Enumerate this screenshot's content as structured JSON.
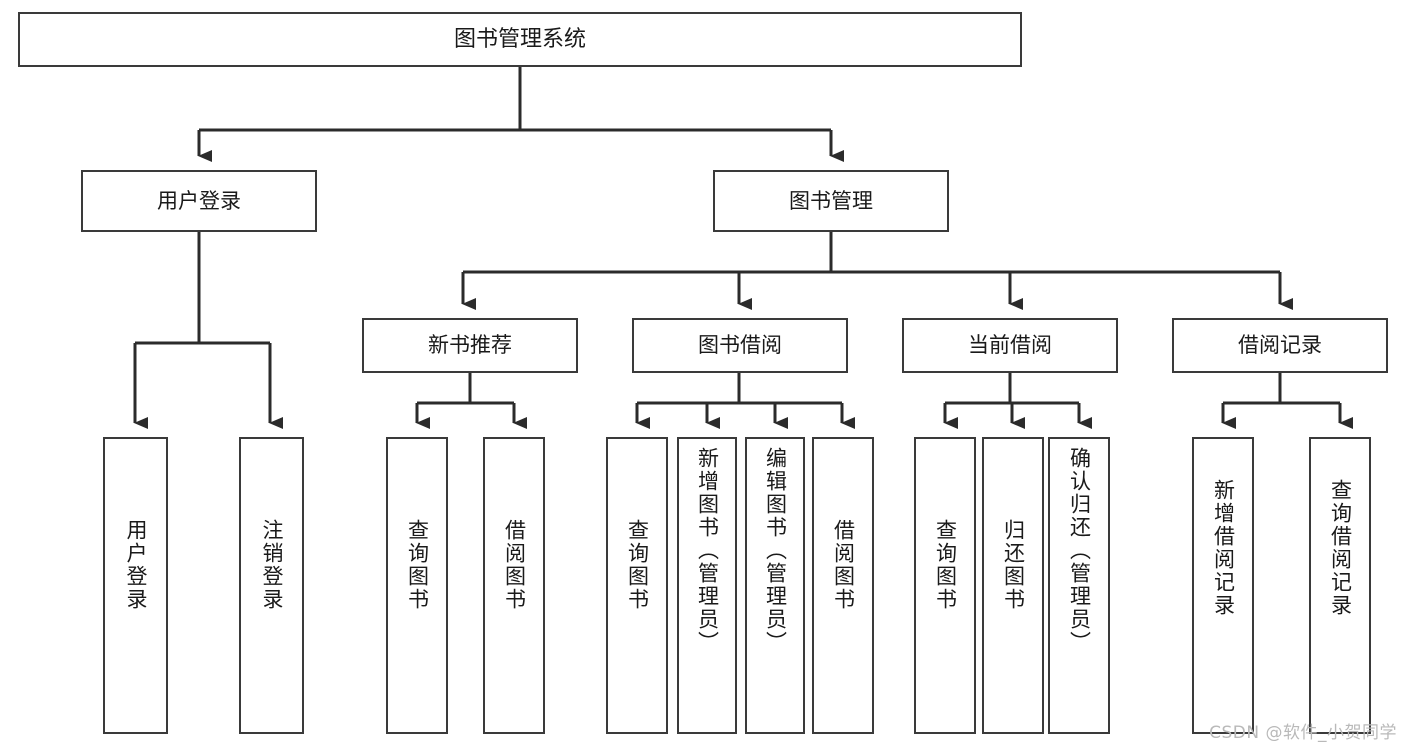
{
  "diagram": {
    "title": "图书管理系统",
    "type": "hierarchy-tree",
    "watermark": "CSDN @软件_小贺同学",
    "colors": {
      "box_border": "#3a3a3a",
      "box_fill": "#ffffff",
      "connector": "#2b2b2b",
      "text": "#1a1a1a",
      "watermark": "#b9b9b9",
      "background": "#ffffff"
    },
    "levels": {
      "level0": [
        {
          "id": "root",
          "label": "图书管理系统",
          "orientation": "horizontal"
        }
      ],
      "level1": [
        {
          "id": "user-login",
          "label": "用户登录",
          "orientation": "horizontal"
        },
        {
          "id": "book-manage",
          "label": "图书管理",
          "orientation": "horizontal"
        }
      ],
      "level2": [
        {
          "id": "new-book-rec",
          "label": "新书推荐",
          "orientation": "horizontal"
        },
        {
          "id": "book-borrow",
          "label": "图书借阅",
          "orientation": "horizontal"
        },
        {
          "id": "current-borrow",
          "label": "当前借阅",
          "orientation": "horizontal"
        },
        {
          "id": "borrow-record",
          "label": "借阅记录",
          "orientation": "horizontal"
        }
      ],
      "level3": [
        {
          "id": "leaf-user-login",
          "label": "用户登录",
          "parent": "user-login",
          "orientation": "vertical"
        },
        {
          "id": "leaf-logout",
          "label": "注销登录",
          "parent": "user-login",
          "orientation": "vertical"
        },
        {
          "id": "leaf-query-book-1",
          "label": "查询图书",
          "parent": "new-book-rec",
          "orientation": "vertical"
        },
        {
          "id": "leaf-borrow-book-1",
          "label": "借阅图书",
          "parent": "new-book-rec",
          "orientation": "vertical"
        },
        {
          "id": "leaf-query-book-2",
          "label": "查询图书",
          "parent": "book-borrow",
          "orientation": "vertical"
        },
        {
          "id": "leaf-add-book",
          "label": "新增图书（管理员）",
          "parent": "book-borrow",
          "orientation": "vertical"
        },
        {
          "id": "leaf-edit-book",
          "label": "编辑图书（管理员）",
          "parent": "book-borrow",
          "orientation": "vertical"
        },
        {
          "id": "leaf-borrow-book-2",
          "label": "借阅图书",
          "parent": "book-borrow",
          "orientation": "vertical"
        },
        {
          "id": "leaf-query-book-3",
          "label": "查询图书",
          "parent": "current-borrow",
          "orientation": "vertical"
        },
        {
          "id": "leaf-return-book",
          "label": "归还图书",
          "parent": "current-borrow",
          "orientation": "vertical"
        },
        {
          "id": "leaf-confirm-return",
          "label": "确认归还（管理员）",
          "parent": "current-borrow",
          "orientation": "vertical"
        },
        {
          "id": "leaf-add-record",
          "label": "新增借阅记录",
          "parent": "borrow-record",
          "orientation": "vertical"
        },
        {
          "id": "leaf-query-record",
          "label": "查询借阅记录",
          "parent": "borrow-record",
          "orientation": "vertical"
        }
      ]
    }
  }
}
